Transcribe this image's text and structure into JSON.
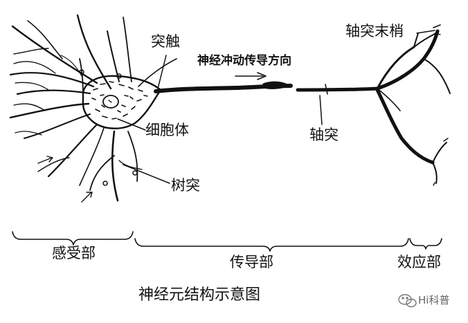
{
  "labels": {
    "synapse": "突触",
    "axon_terminal": "轴突末梢",
    "direction": "神经冲动传导方向",
    "cell_body": "细胞体",
    "axon": "轴突",
    "dendrite": "树突",
    "sensory_part": "感受部",
    "conduction_part": "传导部",
    "effector_part": "效应部"
  },
  "caption": "神经元结构示意图",
  "watermark": "Hi科普",
  "colors": {
    "ink": "#111111",
    "background": "#ffffff",
    "watermark": "#777777"
  },
  "icons": [
    "wechat-watermark-icon"
  ]
}
